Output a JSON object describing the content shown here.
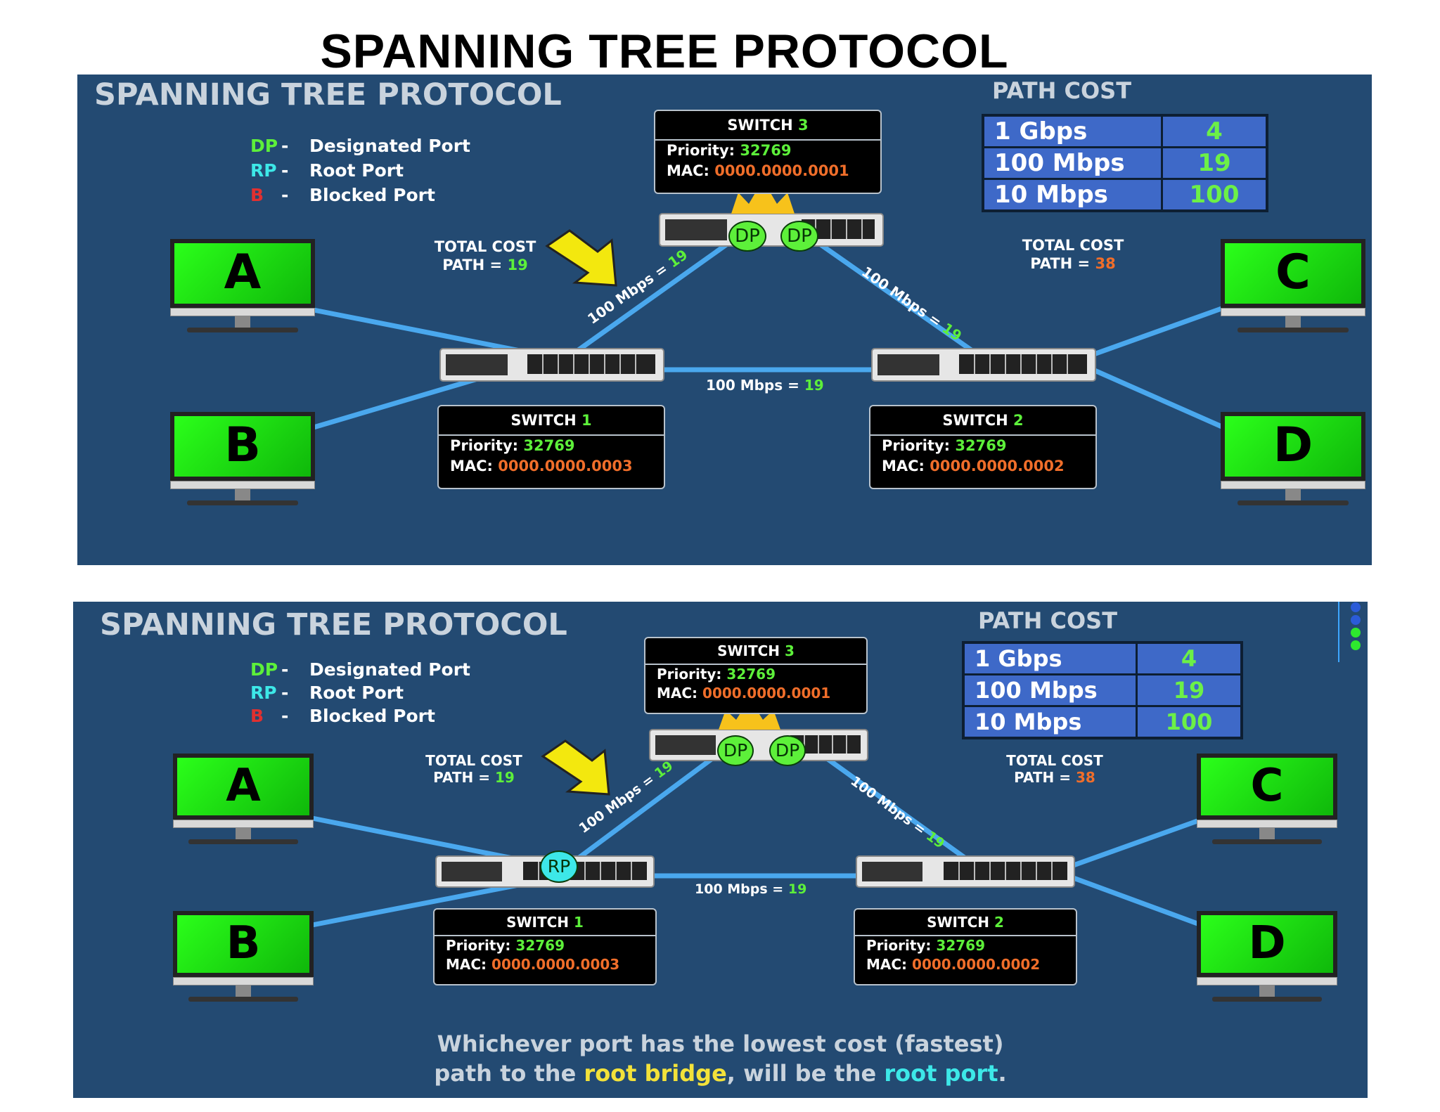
{
  "doc_title": "SPANNING TREE PROTOCOL",
  "colors": {
    "panel_bg": "#234a72",
    "link": "#4aa8ee",
    "green": "#5df03a",
    "orange": "#f06e2a",
    "cyan": "#3de8e8",
    "red": "#e03030",
    "yellow": "#f3e23a"
  },
  "panels": [
    {
      "title": "SPANNING TREE PROTOCOL",
      "legend": [
        {
          "abbr": "DP",
          "dash": "-",
          "text": "Designated Port"
        },
        {
          "abbr": "RP",
          "dash": "-",
          "text": "Root Port"
        },
        {
          "abbr": "B",
          "dash": "-",
          "text": "Blocked Port"
        }
      ],
      "path_cost": {
        "title": "PATH COST",
        "rows": [
          [
            "1 Gbps",
            "4"
          ],
          [
            "100 Mbps",
            "19"
          ],
          [
            "10 Mbps",
            "100"
          ]
        ]
      },
      "switches": {
        "s3": {
          "name": "SWITCH",
          "num": "3",
          "priority_label": "Priority:",
          "priority": "32769",
          "mac_label": "MAC:",
          "mac": "0000.0000.0001"
        },
        "s1": {
          "name": "SWITCH",
          "num": "1",
          "priority_label": "Priority:",
          "priority": "32769",
          "mac_label": "MAC:",
          "mac": "0000.0000.0003"
        },
        "s2": {
          "name": "SWITCH",
          "num": "2",
          "priority_label": "Priority:",
          "priority": "32769",
          "mac_label": "MAC:",
          "mac": "0000.0000.0002"
        }
      },
      "total_cost_left": {
        "line1": "TOTAL COST",
        "line2": "PATH =",
        "value": "19"
      },
      "total_cost_right": {
        "line1": "TOTAL COST",
        "line2": "PATH =",
        "value": "38"
      },
      "links": {
        "s1_s3": {
          "text": "100 Mbps =",
          "value": "19"
        },
        "s3_s2": {
          "text": "100 Mbps =",
          "value": "19"
        },
        "s1_s2": {
          "text": "100 Mbps =",
          "value": "19"
        }
      },
      "ports": {
        "dp1": "DP",
        "dp2": "DP"
      },
      "pcs": {
        "a": "A",
        "b": "B",
        "c": "C",
        "d": "D"
      }
    },
    {
      "title": "SPANNING TREE PROTOCOL",
      "legend": [
        {
          "abbr": "DP",
          "dash": "-",
          "text": "Designated Port"
        },
        {
          "abbr": "RP",
          "dash": "-",
          "text": "Root Port"
        },
        {
          "abbr": "B",
          "dash": "-",
          "text": "Blocked Port"
        }
      ],
      "path_cost": {
        "title": "PATH COST",
        "rows": [
          [
            "1 Gbps",
            "4"
          ],
          [
            "100 Mbps",
            "19"
          ],
          [
            "10 Mbps",
            "100"
          ]
        ]
      },
      "switches": {
        "s3": {
          "name": "SWITCH",
          "num": "3",
          "priority_label": "Priority:",
          "priority": "32769",
          "mac_label": "MAC:",
          "mac": "0000.0000.0001"
        },
        "s1": {
          "name": "SWITCH",
          "num": "1",
          "priority_label": "Priority:",
          "priority": "32769",
          "mac_label": "MAC:",
          "mac": "0000.0000.0003"
        },
        "s2": {
          "name": "SWITCH",
          "num": "2",
          "priority_label": "Priority:",
          "priority": "32769",
          "mac_label": "MAC:",
          "mac": "0000.0000.0002"
        }
      },
      "total_cost_left": {
        "line1": "TOTAL COST",
        "line2": "PATH =",
        "value": "19"
      },
      "total_cost_right": {
        "line1": "TOTAL COST",
        "line2": "PATH =",
        "value": "38"
      },
      "links": {
        "s1_s3": {
          "text": "100 Mbps =",
          "value": "19"
        },
        "s3_s2": {
          "text": "100 Mbps =",
          "value": "19"
        },
        "s1_s2": {
          "text": "100 Mbps =",
          "value": "19"
        }
      },
      "ports": {
        "dp1": "DP",
        "dp2": "DP",
        "rp": "RP"
      },
      "pcs": {
        "a": "A",
        "b": "B",
        "c": "C",
        "d": "D"
      },
      "caption": {
        "line1": "Whichever port has the lowest cost (fastest)",
        "line2_a": "path to the ",
        "line2_b": "root bridge",
        "line2_c": ", will be the ",
        "line2_d": "root port",
        "line2_e": "."
      }
    }
  ]
}
